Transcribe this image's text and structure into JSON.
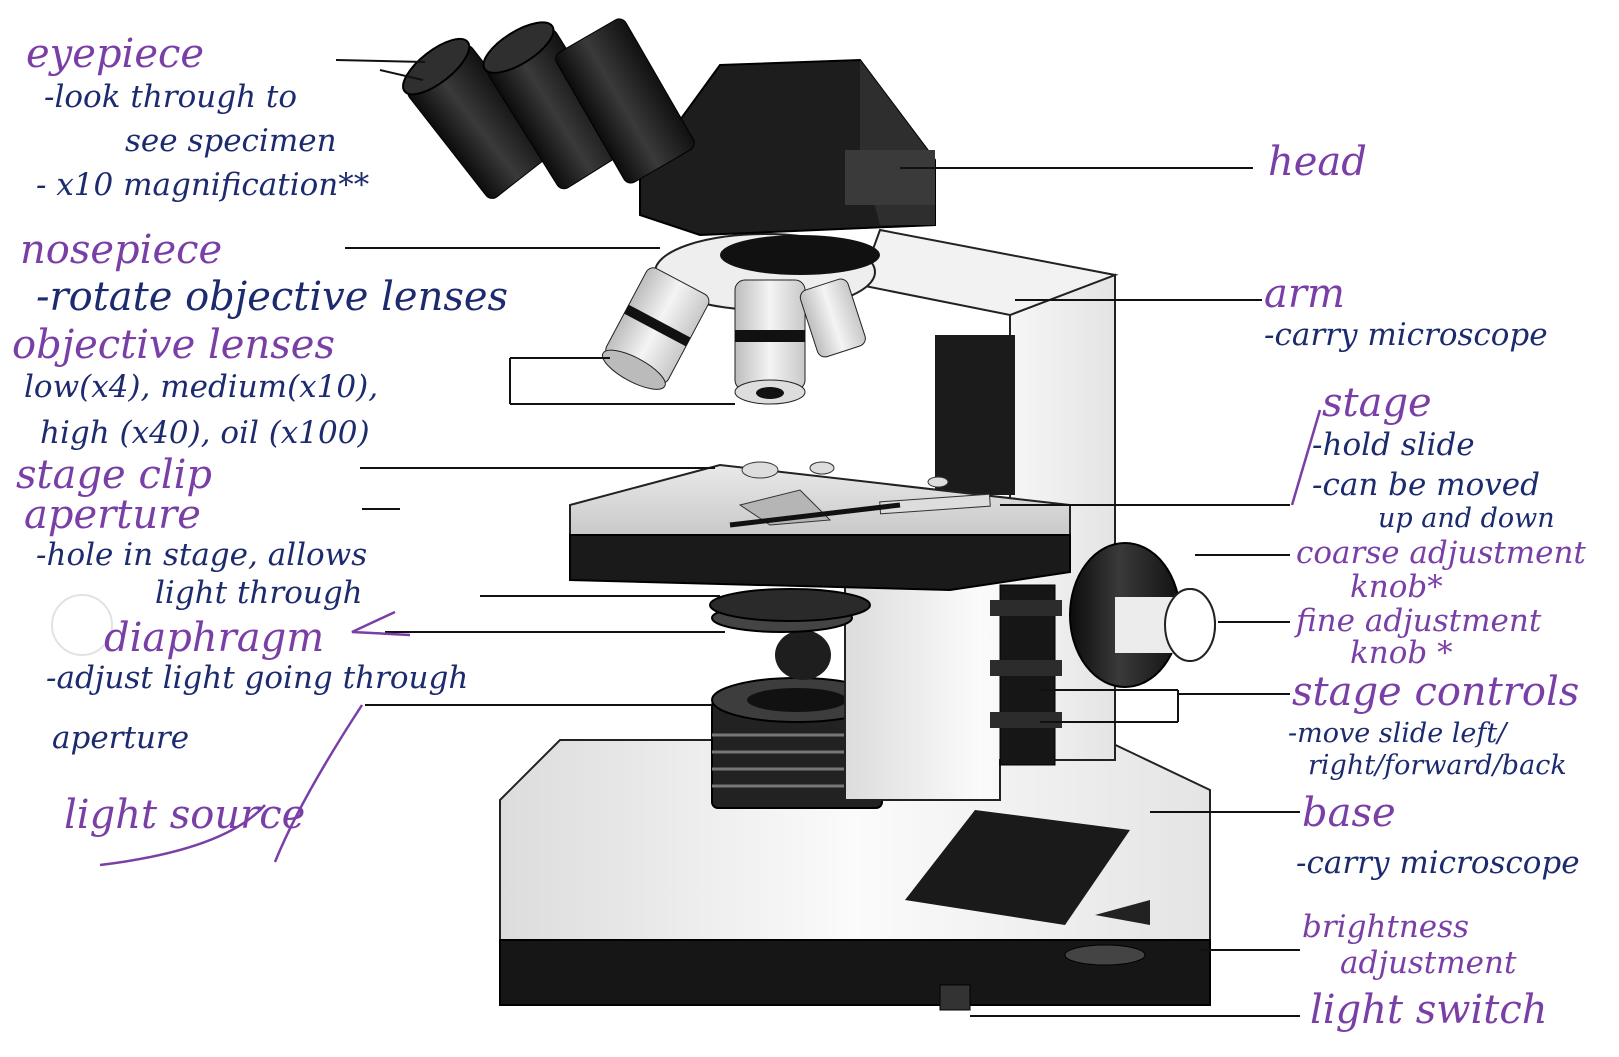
{
  "labels": {
    "eyepiece": {
      "name": "eyepiece",
      "lines": [
        "-look through to",
        "see specimen",
        "- x10 magnification**"
      ]
    },
    "nosepiece": {
      "name": "nosepiece",
      "lines": [
        "-rotate objective lenses"
      ]
    },
    "objective_lenses": {
      "name": "objective lenses",
      "lines": [
        "low(x4), medium(x10),",
        "high (x40), oil (x100)"
      ]
    },
    "stage_clip": {
      "name": "stage clip"
    },
    "aperture": {
      "name": "aperture",
      "lines": [
        "-hole in stage, allows",
        "light through"
      ]
    },
    "diaphragm": {
      "name": "diaphragm",
      "lines": [
        "-adjust light going through",
        "aperture"
      ]
    },
    "light_source": {
      "name": "light source"
    },
    "head": {
      "name": "head"
    },
    "arm": {
      "name": "arm",
      "lines": [
        "-carry microscope"
      ]
    },
    "stage": {
      "name": "stage",
      "lines": [
        "-hold slide",
        "-can be moved",
        "up and down"
      ]
    },
    "coarse_adjustment": {
      "name": "coarse adjustment",
      "lines": [
        "knob*"
      ]
    },
    "fine_adjustment": {
      "name": "fine adjustment",
      "lines": [
        "knob *"
      ]
    },
    "stage_controls": {
      "name": "stage controls",
      "lines": [
        "-move slide left/",
        "right/forward/back"
      ]
    },
    "base": {
      "name": "base",
      "lines": [
        "-carry microscope"
      ]
    },
    "brightness": {
      "name": "brightness",
      "lines": [
        "adjustment"
      ]
    },
    "light_switch": {
      "name": "light switch"
    }
  }
}
